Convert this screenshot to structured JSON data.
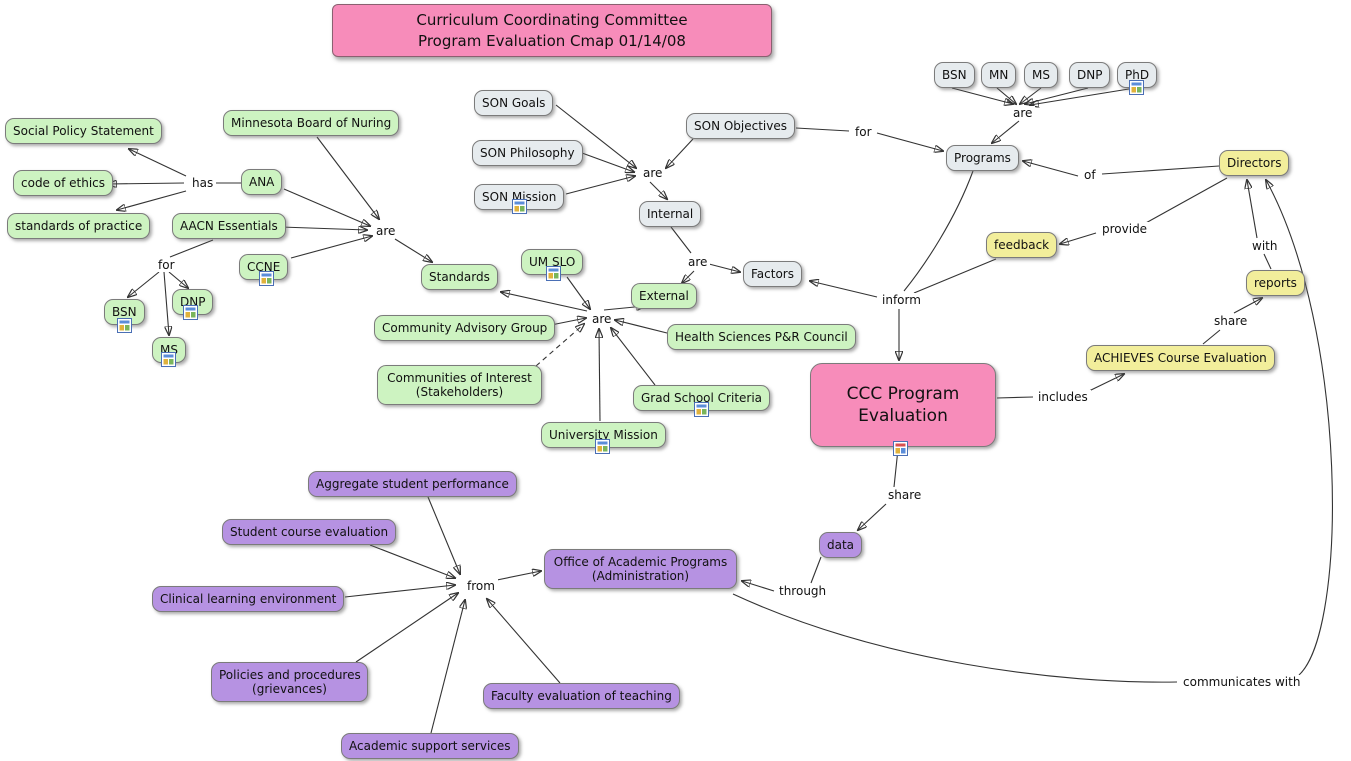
{
  "title": "Curriculum Coordinating Committee\nProgram Evaluation Cmap 01/14/08",
  "nodes": {
    "social_policy_statement": "Social Policy Statement",
    "code_of_ethics": "code of ethics",
    "standards_of_practice": "standards of practice",
    "minnesota_board": "Minnesota Board of Nuring",
    "ana": "ANA",
    "aacn_essentials": "AACN Essentials",
    "ccne": "CCNE",
    "bsn_left": "BSN",
    "dnp_left": "DNP",
    "ms_left": "MS",
    "standards": "Standards",
    "community_advisory_group": "Community Advisory Group",
    "communities_of_interest": "Communities of Interest\n(Stakeholders)",
    "university_mission": "University Mission",
    "grad_school_criteria": "Grad School Criteria",
    "health_sciences_council": "Health Sciences P&R Council",
    "external": "External",
    "um_slo": "UM SLO",
    "son_goals": "SON Goals",
    "son_philosophy": "SON Philosophy",
    "son_mission": "SON Mission",
    "son_objectives": "SON Objectives",
    "internal": "Internal",
    "factors": "Factors",
    "programs": "Programs",
    "bsn_top": "BSN",
    "mn_top": "MN",
    "ms_top": "MS",
    "dnp_top": "DNP",
    "phd_top": "PhD",
    "directors": "Directors",
    "feedback": "feedback",
    "reports": "reports",
    "achieves": "ACHIEVES Course Evaluation",
    "ccc": "CCC Program\nEvaluation",
    "aggregate": "Aggregate student performance",
    "student_course_eval": "Student course evaluation",
    "clinical_learning": "Clinical learning environment",
    "policies_procedures": "Policies and procedures\n(grievances)",
    "academic_support": "Academic support services",
    "faculty_evaluation": "Faculty evaluation of teaching",
    "office_academic_programs": "Office of Academic Programs\n(Administration)",
    "data": "data"
  },
  "links": {
    "has": "has",
    "for_degrees": "for",
    "are_standards": "are",
    "are_son": "are",
    "are_factors": "are",
    "are_external": "are",
    "for_programs": "for",
    "are_programs": "are",
    "of": "of",
    "inform": "inform",
    "provide": "provide",
    "with": "with",
    "share_reports": "share",
    "includes": "includes",
    "share_data": "share",
    "through": "through",
    "from": "from",
    "communicates_with": "communicates with"
  },
  "colors": {
    "green": "#cdf3c1",
    "gray": "#e6ebee",
    "yellow": "#f2ee9b",
    "purple": "#b692e2",
    "pink": "#f78cba",
    "line": "#333333"
  }
}
